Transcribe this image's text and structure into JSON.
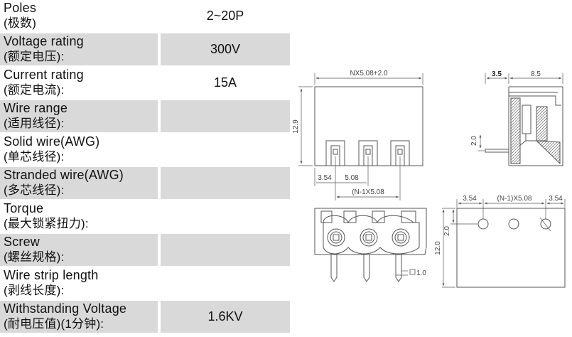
{
  "specs": [
    {
      "label_en": "Poles",
      "label_cn": "(极数)",
      "value": "2~20P"
    },
    {
      "label_en": "Voltage rating",
      "label_cn": "(额定电压):",
      "value": "300V"
    },
    {
      "label_en": "Current rating",
      "label_cn": "(额定电流):",
      "value": "15A"
    },
    {
      "label_en": "Wire range",
      "label_cn": "(适用线径):",
      "value": ""
    },
    {
      "label_en": "Solid wire(AWG)",
      "label_cn": "(单芯线径):",
      "value": ""
    },
    {
      "label_en": "Stranded wire(AWG)",
      "label_cn": "(多芯线径):",
      "value": ""
    },
    {
      "label_en": "Torque",
      "label_cn": "(最大锁紧扭力):",
      "value": ""
    },
    {
      "label_en": "Screw",
      "label_cn": "(螺丝规格):",
      "value": ""
    },
    {
      "label_en": "Wire strip length",
      "label_cn": "(剥线长度):",
      "value": ""
    },
    {
      "label_en": "Withstanding Voltage",
      "label_cn": "(耐电压值)(1分钟):",
      "value": "1.6KV"
    }
  ],
  "dimensions": {
    "front_width": "NX5.08+2.0",
    "front_height": "12.9",
    "front_pitch_left": "3.54",
    "front_pitch": "5.08",
    "front_pitch_total": "(N-1X5.08",
    "side_depth": "3.5",
    "side_width": "8.5",
    "side_pin_offset": "2.0",
    "pin_dia": "1.0",
    "pcb_left": "3.54",
    "pcb_pitch_total": "(N-1)X5.08",
    "pcb_right": "3.54",
    "pcb_hole_offset": "2.0",
    "pcb_height": "12.0"
  }
}
